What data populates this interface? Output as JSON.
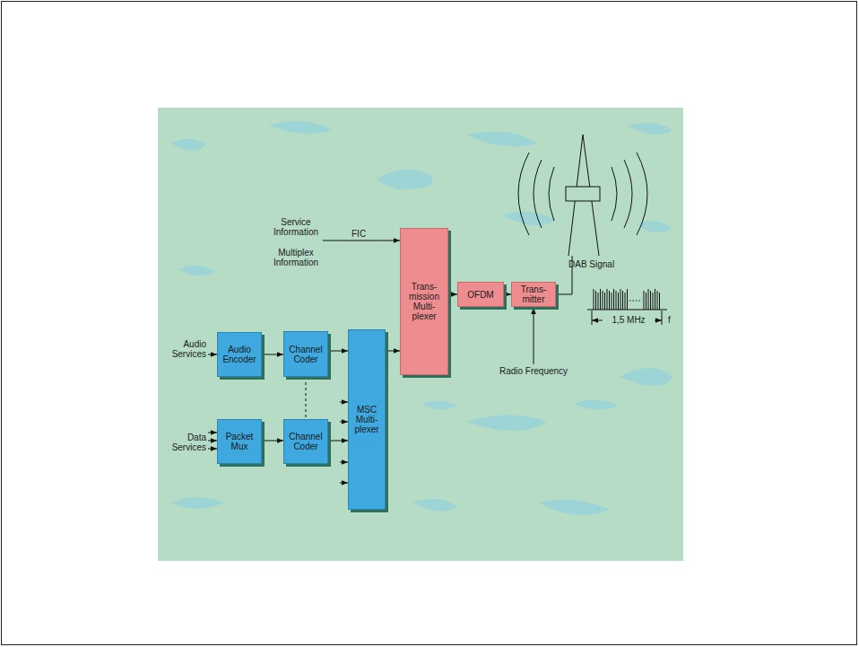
{
  "diagram": {
    "nodes": [
      {
        "text": [
          "Audio Encoder"
        ]
      },
      {
        "text": [
          "Channel Coder"
        ]
      },
      {
        "text": [
          "Packet Mux"
        ]
      },
      {
        "text": [
          "Channel Coder"
        ]
      },
      {
        "text": [
          "MSC Multi- plexer"
        ]
      },
      {
        "text": [
          "Trans- mission Multi- plexer"
        ]
      },
      {
        "text": [
          "OFDM"
        ]
      },
      {
        "text": [
          "Trans- mitter"
        ]
      }
    ],
    "edges": [
      {
        "from": 0,
        "to": 1,
        "arrow": "to"
      },
      {
        "from": 1,
        "to": 3,
        "arrow": "none"
      },
      {
        "from": 2,
        "to": 3,
        "arrow": "to"
      },
      {
        "from": 1,
        "to": 4,
        "arrow": "to"
      },
      {
        "from": 3,
        "to": 4,
        "arrow": "to"
      },
      {
        "from": 4,
        "to": 5,
        "arrow": "to"
      },
      {
        "from": 5,
        "to": 6,
        "arrow": "to"
      },
      {
        "from": 6,
        "to": 7,
        "arrow": "to"
      }
    ],
    "labels": [
      "Service Information",
      "FIC",
      "Multiplex Information",
      "Audio Services",
      "Data Services",
      "Radio Frequency",
      "DAB Signal",
      "1,5 MHz",
      "f"
    ]
  }
}
